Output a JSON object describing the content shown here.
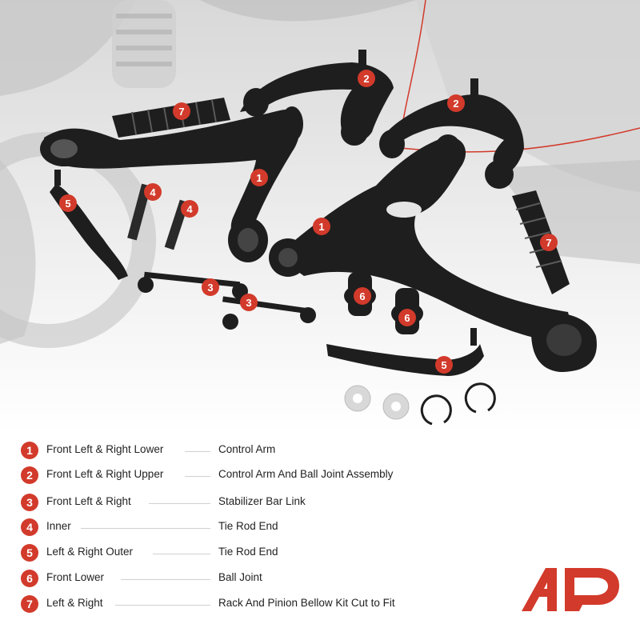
{
  "parts": [
    {
      "number": "1",
      "position": "Front Left & Right Lower",
      "name": "Control Arm"
    },
    {
      "number": "2",
      "position": "Front Left & Right Upper",
      "name": "Control Arm And Ball Joint Assembly"
    },
    {
      "number": "3",
      "position": "Front Left & Right",
      "name": "Stabilizer Bar Link"
    },
    {
      "number": "4",
      "position": "Inner",
      "name": "Tie Rod End"
    },
    {
      "number": "5",
      "position": "Left & Right Outer",
      "name": "Tie Rod End"
    },
    {
      "number": "6",
      "position": "Front Lower",
      "name": "Ball Joint"
    },
    {
      "number": "7",
      "position": "Left & Right",
      "name": "Rack And Pinion Bellow Kit Cut to Fit"
    }
  ],
  "callouts": {
    "arm_left": "1",
    "arm_right": "1",
    "upper_left": "2",
    "upper_right": "2",
    "link_a": "3",
    "link_b": "3",
    "inner_a": "4",
    "inner_b": "4",
    "outer_left": "5",
    "outer_right": "5",
    "ball_a": "6",
    "ball_b": "6",
    "boot_left": "7",
    "boot_right": "7"
  },
  "colors": {
    "accent": "#d23a2b",
    "text": "#222222",
    "metal": "#1e1e1e"
  },
  "brand": {
    "logo": "A-Premium logo",
    "logo_icon": "ap-logo-icon"
  }
}
